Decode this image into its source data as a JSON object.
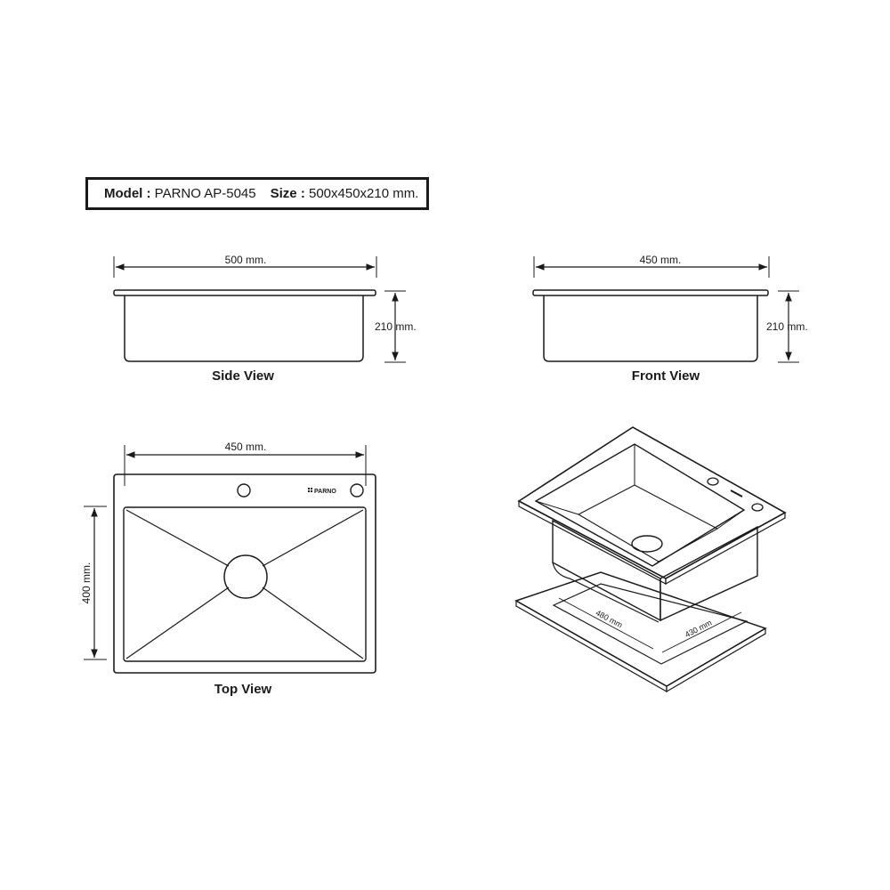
{
  "spec": {
    "model_label": "Model :",
    "model_value": "PARNO AP-5045",
    "size_label": "Size",
    "size_sep": ":",
    "size_value": "500x450x210 mm."
  },
  "side_view": {
    "title": "Side View",
    "width_dim": "500 mm.",
    "height_dim": "210 mm."
  },
  "front_view": {
    "title": "Front View",
    "width_dim": "450 mm.",
    "height_dim": "210 mm."
  },
  "top_view": {
    "title": "Top View",
    "width_dim": "450 mm.",
    "height_dim": "400 mm.",
    "brand": "PARNO"
  },
  "iso_view": {
    "cutout_length": "480 mm",
    "cutout_width": "430 mm"
  }
}
